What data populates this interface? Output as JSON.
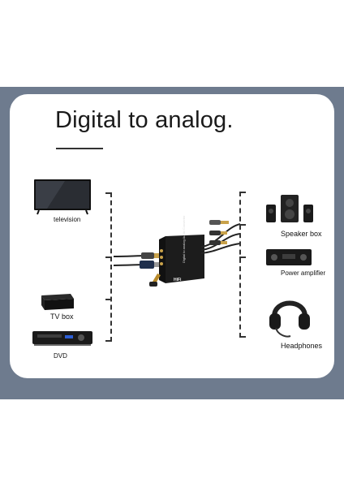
{
  "title": "Digital to analog.",
  "sources": {
    "tv": "television",
    "tvbox": "TV box",
    "dvd": "DVD"
  },
  "outputs": {
    "speaker": "Speaker box",
    "amp": "Power amplifier",
    "headphones": "Headphones"
  },
  "device": {
    "brand": "HiFi",
    "model": "Digital to analog Audio Converter"
  },
  "colors": {
    "frame": "#6e7b8e",
    "panel": "#ffffff",
    "device": "#1c1c1c",
    "cable_gold": "#c9a24a"
  }
}
